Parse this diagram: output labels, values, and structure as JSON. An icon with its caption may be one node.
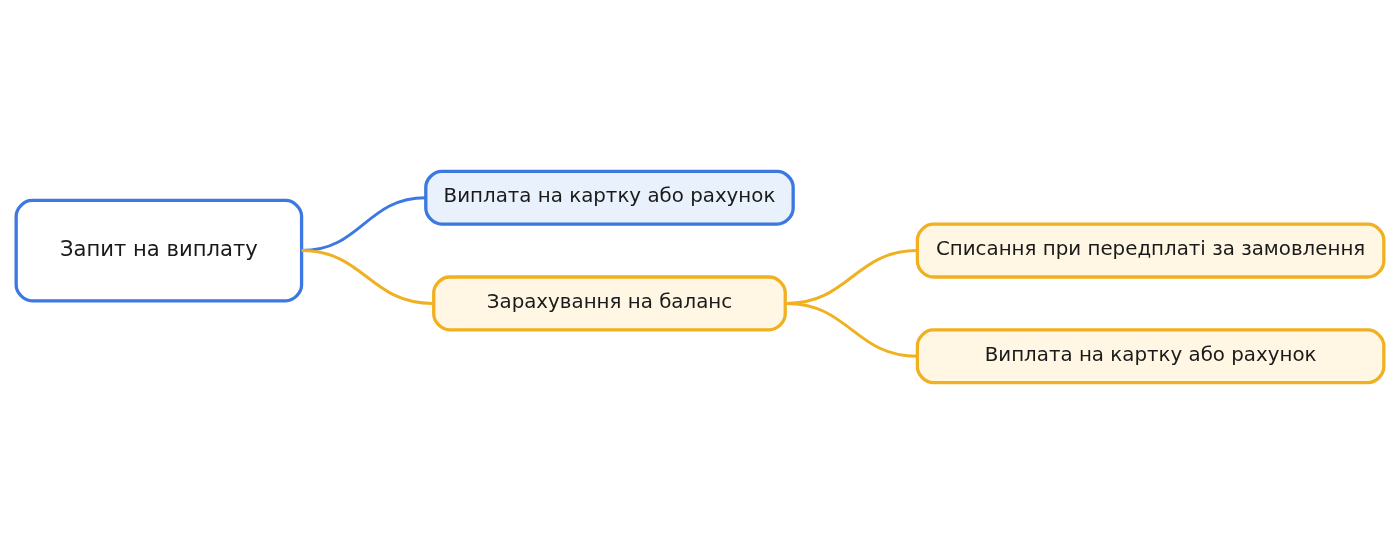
{
  "diagram": {
    "nodes": [
      {
        "text": [
          "Запит на виплату"
        ]
      },
      {
        "text": [
          "Виплата на картку або рахунок"
        ]
      },
      {
        "text": [
          "Зарахування на баланс"
        ]
      },
      {
        "text": [
          "Списання при передплаті за замовлення"
        ]
      },
      {
        "text": [
          "Виплата на картку або рахунок"
        ]
      }
    ],
    "edges": [
      {
        "from": 0,
        "to": 1,
        "arrow": "none",
        "color": "#3b78e0"
      },
      {
        "from": 0,
        "to": 2,
        "arrow": "none"
      },
      {
        "from": 2,
        "to": 3,
        "arrow": "none"
      },
      {
        "from": 2,
        "to": 4,
        "arrow": "none"
      }
    ]
  }
}
